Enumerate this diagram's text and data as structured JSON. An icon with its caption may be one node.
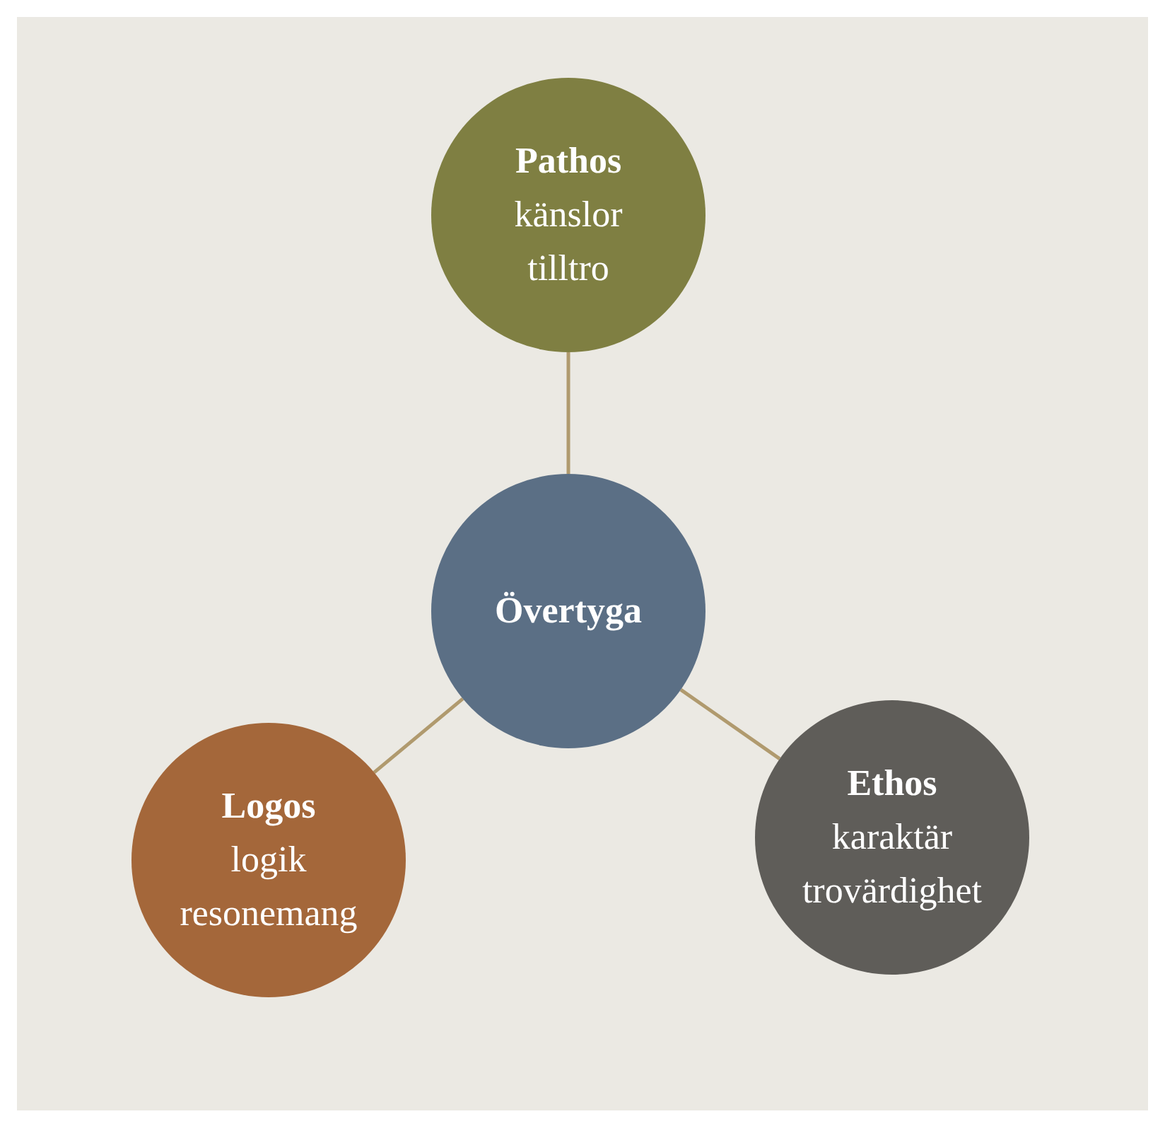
{
  "diagram": {
    "nodes": [
      {
        "text": [
          "Pathos",
          "känslor",
          "tilltro"
        ]
      },
      {
        "text": [
          "Övertyga"
        ]
      },
      {
        "text": [
          "Logos",
          "logik",
          "resonemang"
        ]
      },
      {
        "text": [
          "Ethos",
          "karaktär",
          "trovärdighet"
        ]
      }
    ],
    "edges": [
      {
        "from": 1,
        "to": 0,
        "arrow": "none"
      },
      {
        "from": 1,
        "to": 2,
        "arrow": "none"
      },
      {
        "from": 1,
        "to": 3,
        "arrow": "none"
      }
    ]
  }
}
